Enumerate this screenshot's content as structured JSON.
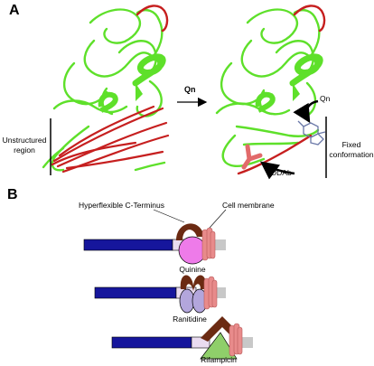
{
  "panel_a": {
    "letter": "A",
    "transition_label": "Qn",
    "qn_marker": "Qn",
    "unstructured_label": [
      "Unstructured",
      "region"
    ],
    "fixed_label": [
      "Fixed",
      "conformation"
    ],
    "ddab_label": "DDAb"
  },
  "panel_b": {
    "letter": "B",
    "c_terminus_label": "Hyperflexible C-Terminus",
    "membrane_label": "Cell membrane",
    "ligands": [
      "Quinine",
      "Ranitidine",
      "Rifampicin"
    ]
  },
  "colors": {
    "helix_green": "#5ee02a",
    "loop_red": "#c61f1f",
    "receptor_blue": "#16169c",
    "c_terminus_brown": "#6b2a12",
    "membrane_pink": "#e88b8b",
    "quinine_pink": "#ee7be9",
    "ranitidine_lavender": "#b3a6dc",
    "rifampicin_green": "#8fcf6a"
  }
}
